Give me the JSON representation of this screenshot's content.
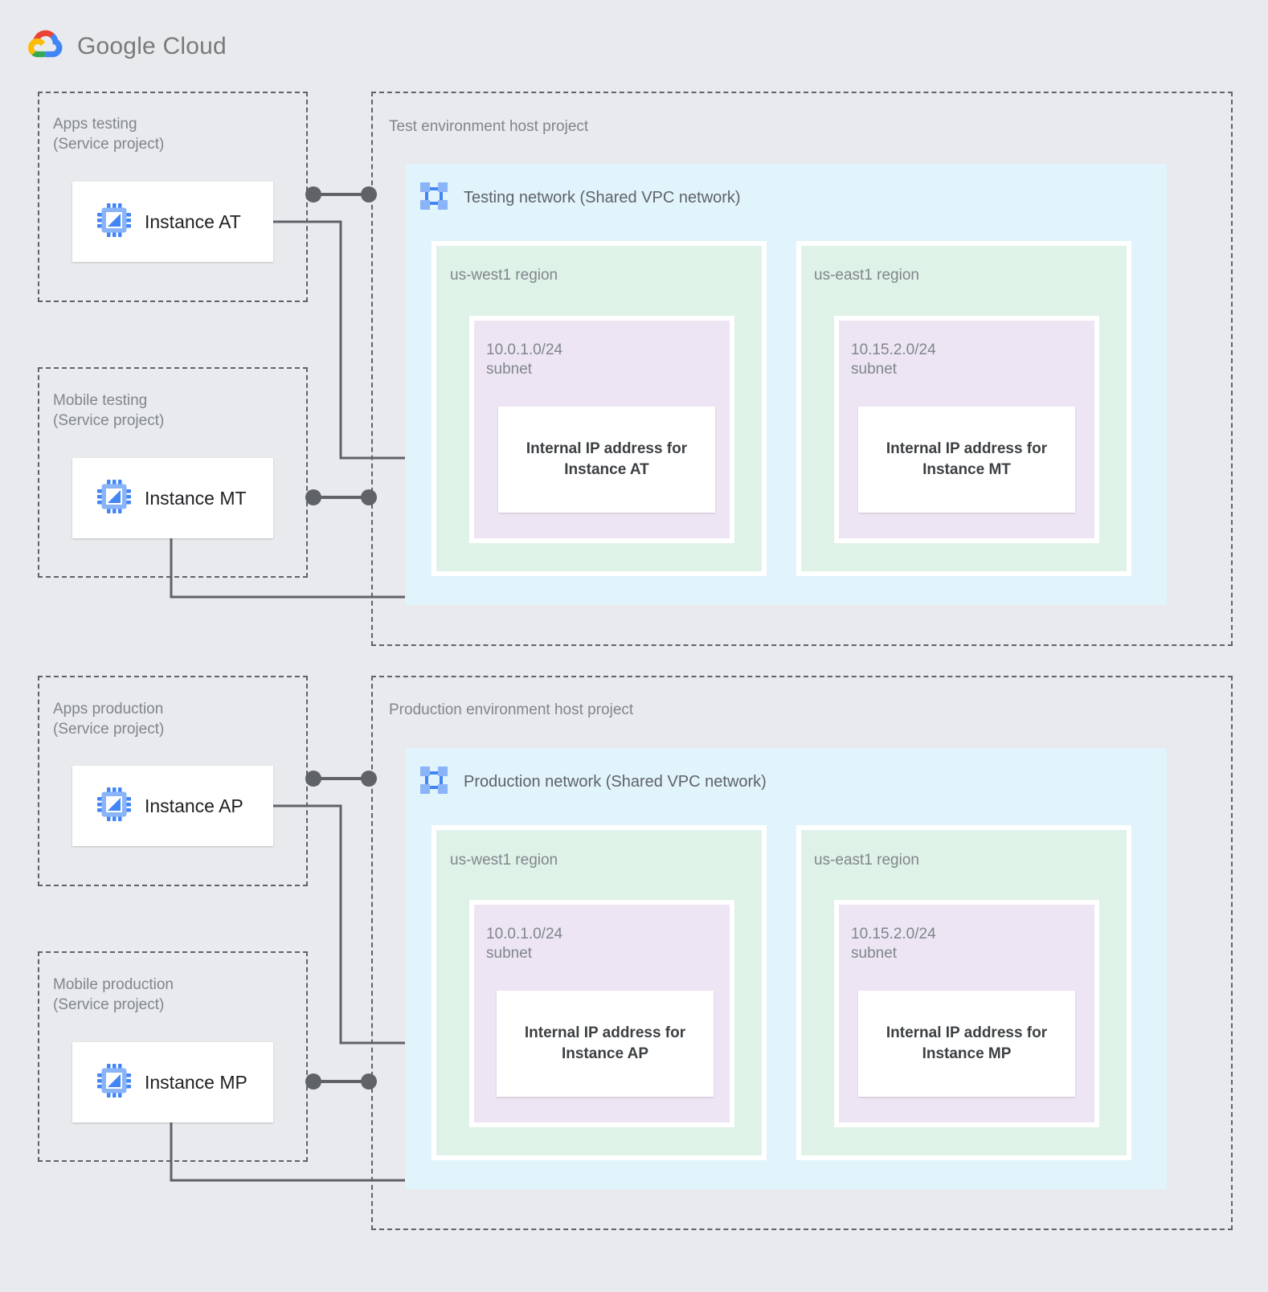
{
  "brand": {
    "logo_icon": "google-cloud-logo-icon",
    "name_bold": "Google",
    "name_light": " Cloud"
  },
  "colors": {
    "background": "#E8EAED",
    "vpc_panel": "#E1F3FB",
    "region": "#DFF2E8",
    "subnet": "#EDE5F4",
    "card": "#FFFFFF",
    "dashed_border": "#5F6368",
    "label_text": "#80868B",
    "strong_text": "#3C4043",
    "wire": "#5F6368",
    "icon_blue": "#4285F4",
    "icon_blue_light": "#8AB4F8"
  },
  "service_projects": [
    {
      "id": "apps-testing",
      "label": "Apps testing\n(Service project)",
      "instance": {
        "name": "Instance AT",
        "icon": "vm-instance-icon"
      }
    },
    {
      "id": "mobile-testing",
      "label": "Mobile testing\n(Service project)",
      "instance": {
        "name": "Instance MT",
        "icon": "vm-instance-icon"
      }
    },
    {
      "id": "apps-production",
      "label": "Apps production\n(Service project)",
      "instance": {
        "name": "Instance AP",
        "icon": "vm-instance-icon"
      }
    },
    {
      "id": "mobile-production",
      "label": "Mobile production\n(Service project)",
      "instance": {
        "name": "Instance MP",
        "icon": "vm-instance-icon"
      }
    }
  ],
  "host_projects": [
    {
      "id": "test-host",
      "label": "Test environment host project",
      "network": {
        "icon": "vpc-network-icon",
        "title": "Testing network (Shared VPC network)"
      },
      "regions": [
        {
          "name": "us-west1 region",
          "subnet": "10.0.1.0/24\nsubnet",
          "ip_box": "Internal IP address for\nInstance AT"
        },
        {
          "name": "us-east1 region",
          "subnet": "10.15.2.0/24\nsubnet",
          "ip_box": "Internal IP address for\nInstance MT"
        }
      ]
    },
    {
      "id": "prod-host",
      "label": "Production environment host project",
      "network": {
        "icon": "vpc-network-icon",
        "title": "Production network (Shared VPC network)"
      },
      "regions": [
        {
          "name": "us-west1 region",
          "subnet": "10.0.1.0/24\nsubnet",
          "ip_box": "Internal IP address for\nInstance AP"
        },
        {
          "name": "us-east1 region",
          "subnet": "10.15.2.0/24\nsubnet",
          "ip_box": "Internal IP address for\nInstance MP"
        }
      ]
    }
  ],
  "connectors": [
    {
      "id": "at-to-host",
      "kind": "attachment-link"
    },
    {
      "id": "at-to-ip",
      "kind": "ip-wire"
    },
    {
      "id": "mt-to-host",
      "kind": "attachment-link"
    },
    {
      "id": "mt-to-ip",
      "kind": "ip-wire"
    },
    {
      "id": "ap-to-host",
      "kind": "attachment-link"
    },
    {
      "id": "ap-to-ip",
      "kind": "ip-wire"
    },
    {
      "id": "mp-to-host",
      "kind": "attachment-link"
    },
    {
      "id": "mp-to-ip",
      "kind": "ip-wire"
    }
  ]
}
